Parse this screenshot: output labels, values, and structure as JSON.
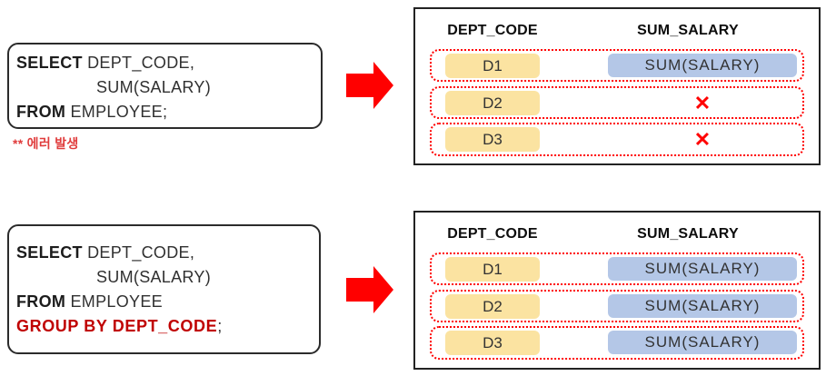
{
  "colors": {
    "arrow_red": "#ff0000",
    "row_dotted_border_red": "#ff0000",
    "group_by_keyword_red": "#c00000",
    "error_note_red": "#e03c3c",
    "dept_cell_yellow": "#fbe3a1",
    "sum_cell_blue": "#b4c7e7",
    "error_x_red": "#ff0000"
  },
  "query_error_box": {
    "select_keyword": "SELECT",
    "select_column_1": " DEPT_CODE,",
    "select_column_2": "SUM(SALARY)",
    "from_keyword": "FROM",
    "from_table": " EMPLOYEE;",
    "error_note": "** 에러 발생"
  },
  "query_group_box": {
    "select_keyword": "SELECT",
    "select_column_1": " DEPT_CODE,",
    "select_column_2": "SUM(SALARY)",
    "from_keyword": "FROM",
    "from_table": " EMPLOYEE",
    "group_by_clause": "GROUP BY DEPT_CODE",
    "statement_terminator": ";"
  },
  "error_result_table": {
    "headers": [
      "DEPT_CODE",
      "SUM_SALARY"
    ],
    "rows": [
      {
        "dept_code": "D1",
        "sum_salary": "SUM(SALARY)"
      },
      {
        "dept_code": "D2",
        "sum_salary": "✕"
      },
      {
        "dept_code": "D3",
        "sum_salary": "✕"
      }
    ]
  },
  "group_result_table": {
    "headers": [
      "DEPT_CODE",
      "SUM_SALARY"
    ],
    "rows": [
      {
        "dept_code": "D1",
        "sum_salary": "SUM(SALARY)"
      },
      {
        "dept_code": "D2",
        "sum_salary": "SUM(SALARY)"
      },
      {
        "dept_code": "D3",
        "sum_salary": "SUM(SALARY)"
      }
    ]
  }
}
